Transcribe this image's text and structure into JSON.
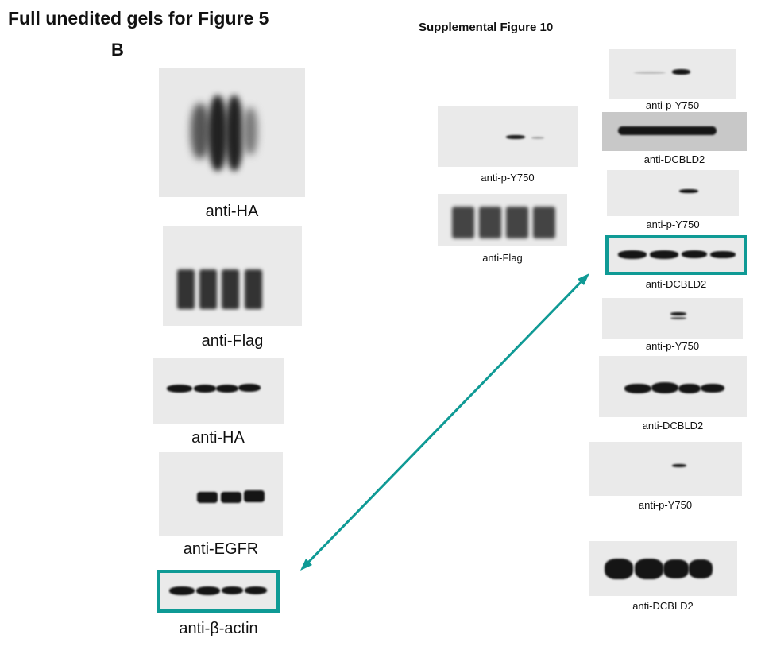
{
  "heading": "Full unedited gels for Figure 5",
  "panel_letter": "B",
  "supplemental_title": "Supplemental Figure 10",
  "left_gels": [
    "anti-HA",
    "anti-Flag",
    "anti-HA",
    "anti-EGFR",
    "anti-β-actin"
  ],
  "middle_gels": [
    "anti-p-Y750",
    "anti-Flag"
  ],
  "right_gels": [
    "anti-p-Y750",
    "anti-DCBLD2",
    "anti-p-Y750",
    "anti-DCBLD2",
    "anti-p-Y750",
    "anti-DCBLD2",
    "anti-p-Y750",
    "anti-DCBLD2"
  ],
  "highlight_color": "#0f9a95"
}
